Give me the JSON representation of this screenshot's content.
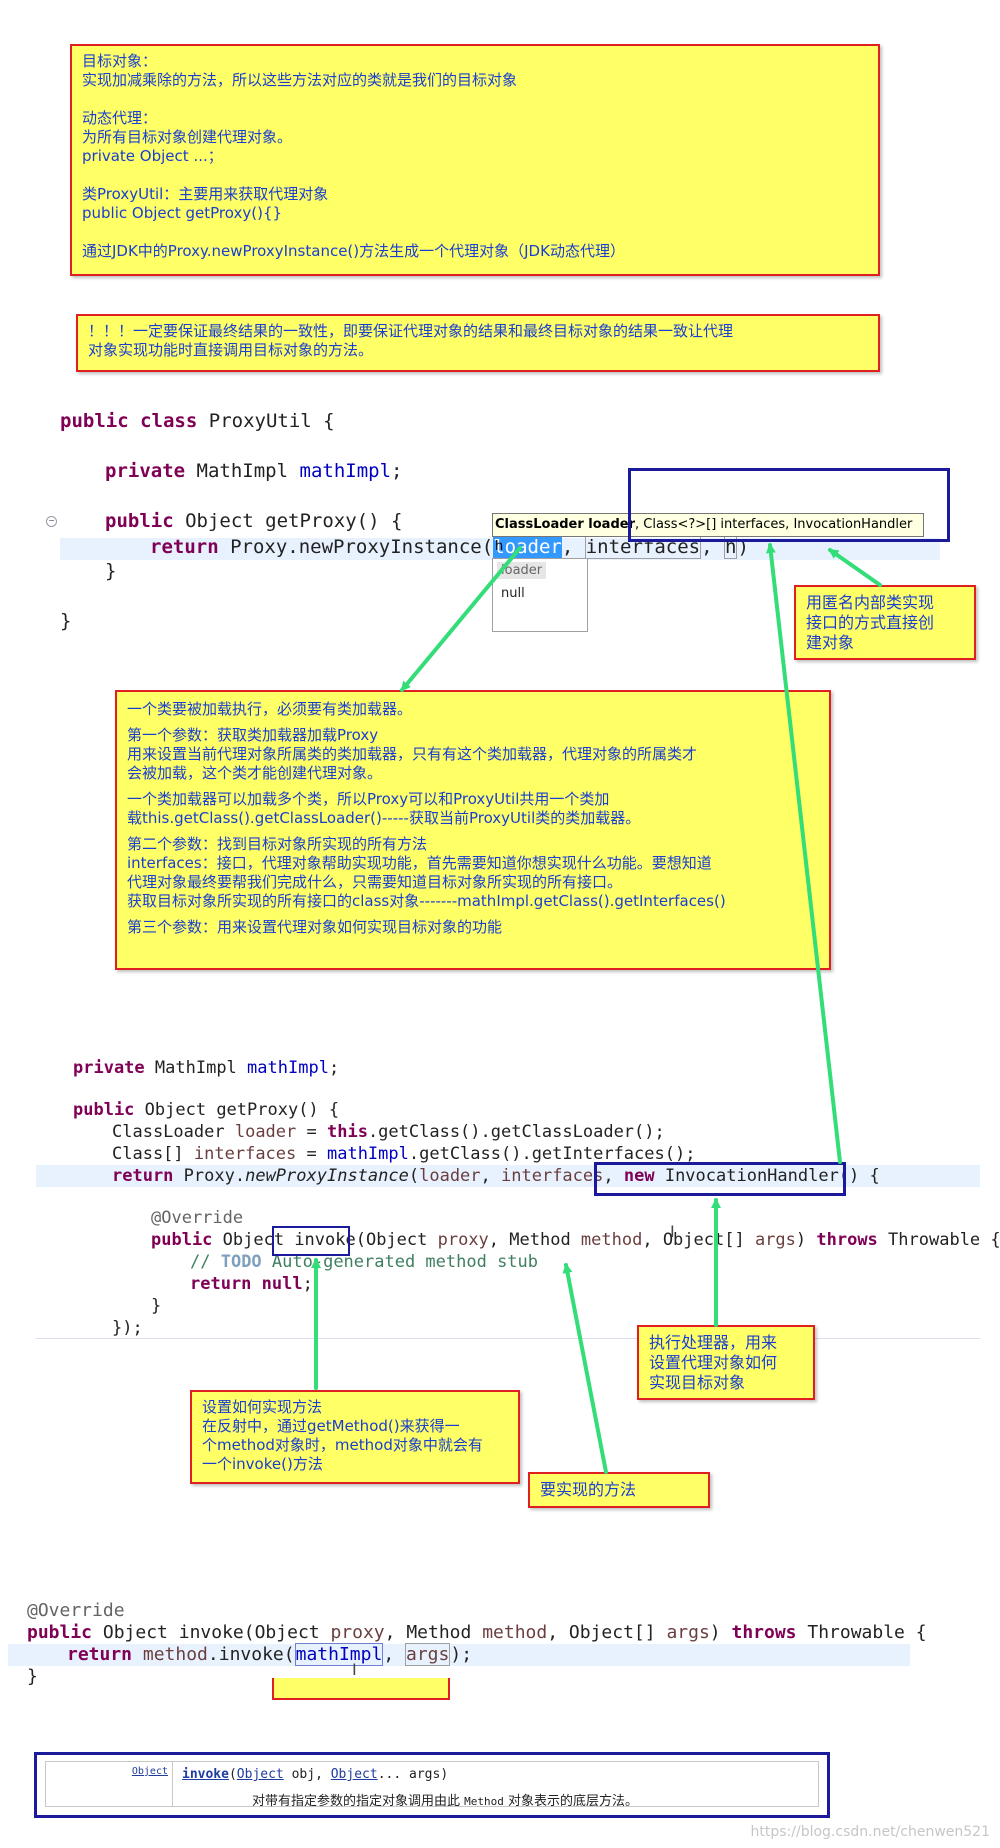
{
  "notes": {
    "top": [
      "目标对象：",
      "实现加减乘除的方法，所以这些方法对应的类就是我们的目标对象",
      "",
      "动态代理：",
      "为所有目标对象创建代理对象。",
      "private Object ...；",
      "",
      "类ProxyUtil：主要用来获取代理对象",
      "public Object getProxy(){}",
      "",
      "通过JDK中的Proxy.newProxyInstance()方法生成一个代理对象（JDK动态代理）"
    ],
    "consistency": [
      "！！！一定要保证最终结果的一致性，即要保证代理对象的结果和最终目标对象的结果一致让代理",
      "对象实现功能时直接调用目标对象的方法。"
    ],
    "anon": [
      "用匿名内部类实现",
      "接口的方式直接创",
      "建对象"
    ],
    "params": [
      "一个类要被加载执行，必须要有类加载器。",
      "第一个参数：获取类加载器加载Proxy",
      "用来设置当前代理对象所属类的类加载器，只有有这个类加载器，代理对象的所属类才",
      "会被加载，这个类才能创建代理对象。",
      "一个类加载器可以加载多个类，所以Proxy可以和ProxyUtil共用一个类加",
      "载this.getClass().getClassLoader()-----获取当前ProxyUtil类的类加载器。",
      "第二个参数：找到目标对象所实现的所有方法",
      "interfaces：接口，代理对象帮助实现功能，首先需要知道你想实现什么功能。要想知道",
      "代理对象最终要帮我们完成什么，只需要知道目标对象所实现的所有接口。",
      "获取目标对象所实现的所有接口的class对象-------mathImpl.getClass().getInterfaces()",
      "第三个参数：用来设置代理对象如何实现目标对象的功能"
    ],
    "handler": [
      "执行处理器，用来",
      "设置代理对象如何",
      "实现目标对象"
    ],
    "invoke": [
      "设置如何实现方法",
      "在反射中，通过getMethod()来获得一",
      "个method对象时，method对象中就会有",
      "一个invoke()方法"
    ],
    "method": [
      "要实现的方法"
    ]
  },
  "code1": {
    "l1_kw1": "public",
    "l1_kw2": "class",
    "l1_name": "ProxyUtil {",
    "l2_kw": "private",
    "l2_type": "MathImpl",
    "l2_field": "mathImpl",
    "l2_end": ";",
    "l3_kw": "public",
    "l3_rest": "Object getProxy() {",
    "l4_kw": "return",
    "l4_call": "Proxy.newProxyInstance(",
    "l4_a1": "loader",
    "l4_comma1": ", ",
    "l4_a2": "interfaces",
    "l4_comma2": ", ",
    "l4_a3": "h",
    "l4_end": ")",
    "l5": "}",
    "l6": "}"
  },
  "tooltip": {
    "bold": "ClassLoader loader",
    "rest": ", Class<?>[] interfaces, InvocationHandler h"
  },
  "popup": [
    "loader",
    "null"
  ],
  "code2": {
    "l1_kw": "private",
    "l1_type": "MathImpl",
    "l1_field": "mathImpl",
    "l1_end": ";",
    "l2_kw": "public",
    "l2_rest": "Object getProxy() {",
    "l3_type": "ClassLoader",
    "l3_var": "loader",
    "l3_eq": " = ",
    "l3_kw": "this",
    "l3_rest": ".getClass().getClassLoader();",
    "l4_type": "Class[]",
    "l4_var": "interfaces",
    "l4_eq": " = ",
    "l4_field": "mathImpl",
    "l4_rest": ".getClass().getInterfaces();",
    "l5_kw": "return",
    "l5_call1": "Proxy.",
    "l5_call2": "newProxyInstance",
    "l5_open": "(",
    "l5_a1": "loader",
    "l5_c1": ", ",
    "l5_a2": "interfaces",
    "l5_c2": ", ",
    "l5_new": "new",
    "l5_rest": "InvocationHandler() {",
    "l6": "@Override",
    "l7_kw": "public",
    "l7_a": "Object invoke(Object ",
    "l7_p1": "proxy",
    "l7_b": ", Method ",
    "l7_p2": "method",
    "l7_c": ", Object[] ",
    "l7_p3": "args",
    "l7_d": ") ",
    "l7_kw2": "throws",
    "l7_e": "Throwable {",
    "l8_cmt1": "// ",
    "l8_todo": "TODO",
    "l8_cmt2": " Auto-generated method stub",
    "l9_kw": "return",
    "l9_kw2": "null",
    "l9_end": ";",
    "l10": "}",
    "l11": "});"
  },
  "code3": {
    "l1": "@Override",
    "l2_kw": "public",
    "l2_a": "Object invoke(Object ",
    "l2_p1": "proxy",
    "l2_b": ", Method ",
    "l2_p2": "method",
    "l2_c": ", Object[] ",
    "l2_p3": "args",
    "l2_d": ") ",
    "l2_kw2": "throws",
    "l2_e": "Throwable {",
    "l3_kw": "return",
    "l3_var": "method",
    "l3_call": ".invoke(",
    "l3_a1": "mathImpl",
    "l3_c": ", ",
    "l3_a2": "args",
    "l3_end": ");",
    "l4": "}"
  },
  "javadoc": {
    "type": "Object",
    "method": "invoke",
    "sig_open": "(",
    "p1_type": "Object",
    "p1_name": " obj, ",
    "p2_type": "Object",
    "p2_name": "... args)",
    "desc_a": "对带有指定参数的指定对象调用由此 ",
    "desc_code": "Method",
    "desc_b": " 对象表示的底层方法。"
  },
  "watermark": "https://blog.csdn.net/chenwen521",
  "colors": {
    "note_bg": "#ffff66",
    "note_border": "#e02020",
    "note_text": "#1a3fd0",
    "arrow": "#33dd77",
    "box_blue": "#1a1a9a"
  }
}
